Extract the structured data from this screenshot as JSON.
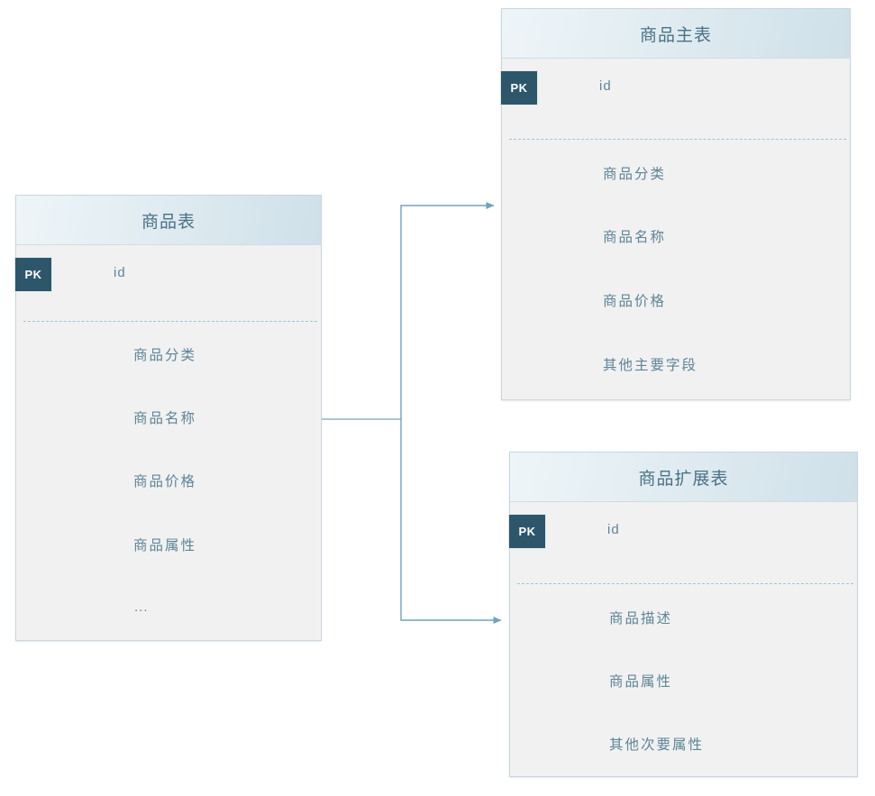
{
  "diagram": {
    "type": "er-diagram",
    "background_color": "#ffffff",
    "accent_color": "#5d8598",
    "header_gradient": [
      "#eef5f8",
      "#cfe0e9"
    ],
    "pk_badge_color": "#2d566b",
    "connector_color": "#6fa3bb",
    "entities": [
      {
        "id": "product-table",
        "title": "商品表",
        "pk_label": "PK",
        "pk_field": "id",
        "attributes": [
          "商品分类",
          "商品名称",
          "商品价格",
          "商品属性",
          "..."
        ]
      },
      {
        "id": "product-main-table",
        "title": "商品主表",
        "pk_label": "PK",
        "pk_field": "id",
        "attributes": [
          "商品分类",
          "商品名称",
          "商品价格",
          "其他主要字段"
        ]
      },
      {
        "id": "product-extension-table",
        "title": "商品扩展表",
        "pk_label": "PK",
        "pk_field": "id",
        "attributes": [
          "商品描述",
          "商品属性",
          "其他次要属性"
        ]
      }
    ],
    "relations": [
      {
        "from": "product-table",
        "to": "product-main-table",
        "style": "arrow"
      },
      {
        "from": "product-table",
        "to": "product-extension-table",
        "style": "arrow"
      }
    ]
  }
}
